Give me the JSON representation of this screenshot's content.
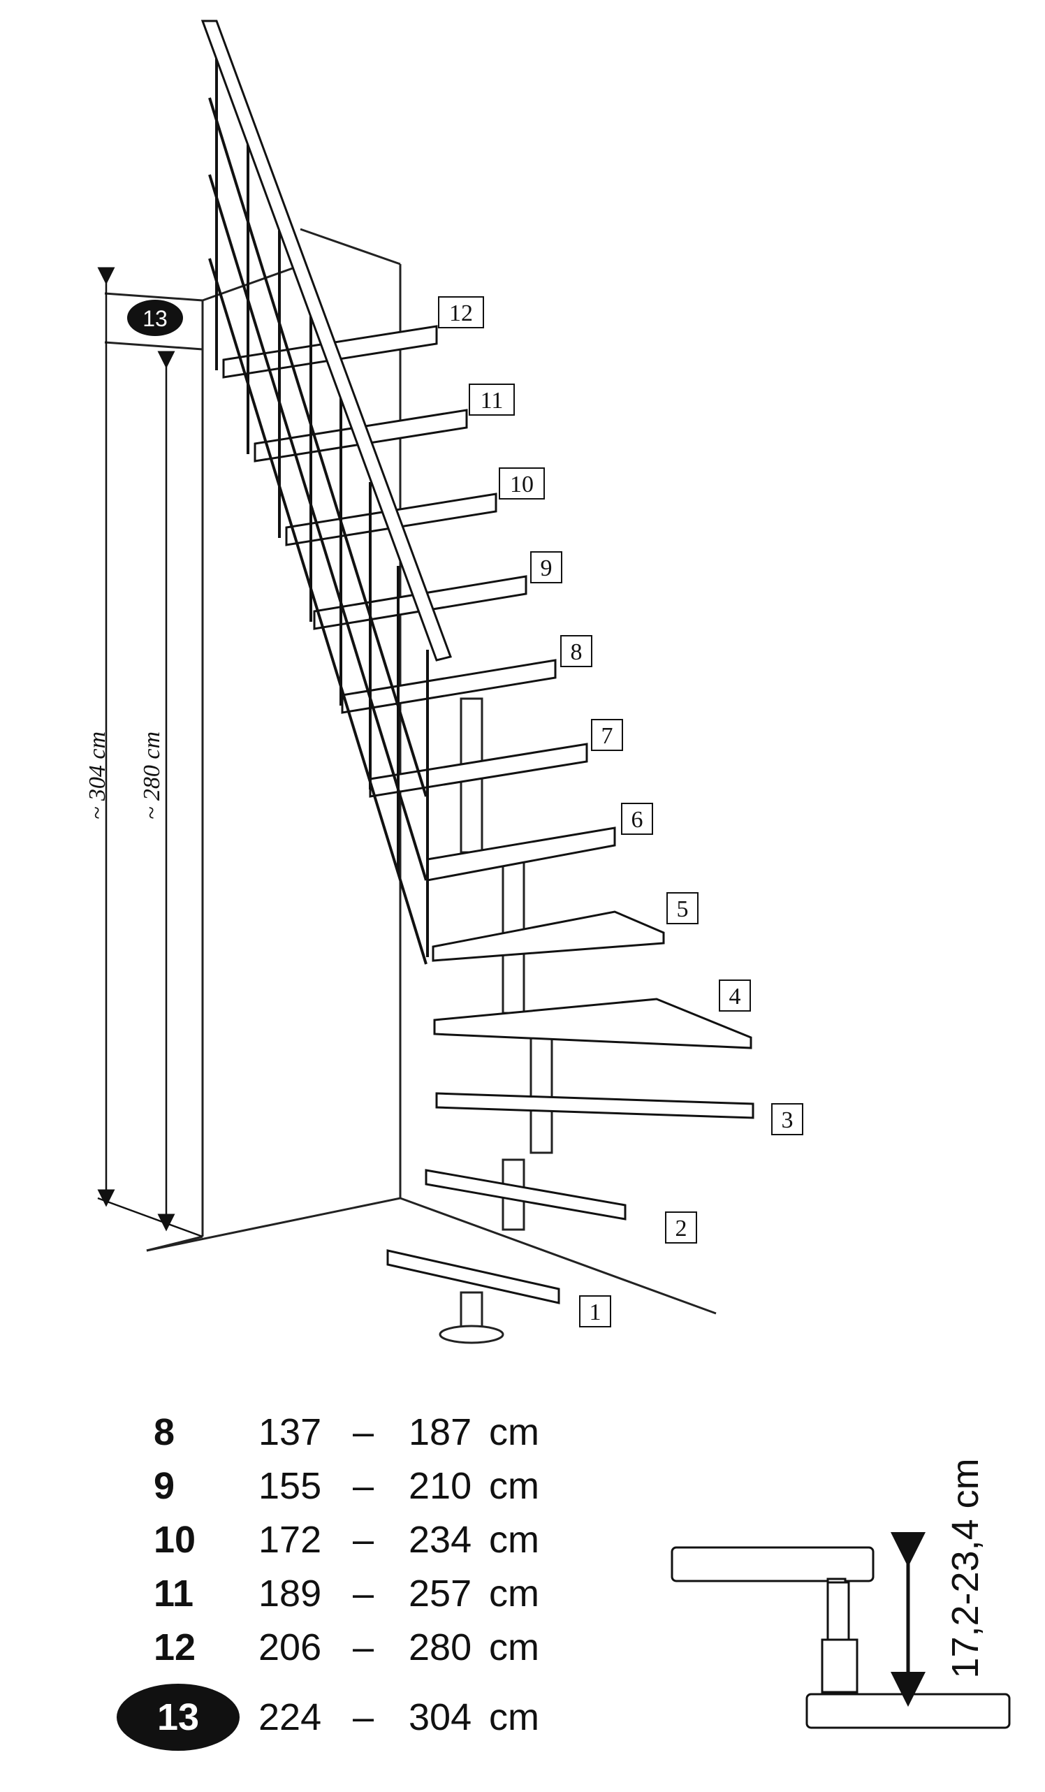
{
  "diagram": {
    "step_labels": [
      "1",
      "2",
      "3",
      "4",
      "5",
      "6",
      "7",
      "8",
      "9",
      "10",
      "11",
      "12"
    ],
    "top_marker": "13",
    "dim_outer": "~ 304 cm",
    "dim_inner": "~ 280 cm"
  },
  "height_table": {
    "rows": [
      {
        "steps": "8",
        "min": "137",
        "dash": "–",
        "max": "187",
        "unit": "cm"
      },
      {
        "steps": "9",
        "min": "155",
        "dash": "–",
        "max": "210",
        "unit": "cm"
      },
      {
        "steps": "10",
        "min": "172",
        "dash": "–",
        "max": "234",
        "unit": "cm"
      },
      {
        "steps": "11",
        "min": "189",
        "dash": "–",
        "max": "257",
        "unit": "cm"
      },
      {
        "steps": "12",
        "min": "206",
        "dash": "–",
        "max": "280",
        "unit": "cm"
      },
      {
        "steps": "13",
        "min": "224",
        "dash": "–",
        "max": "304",
        "unit": "cm",
        "highlighted": true
      }
    ]
  },
  "rise_detail": {
    "label": "17,2-23,4 cm"
  }
}
